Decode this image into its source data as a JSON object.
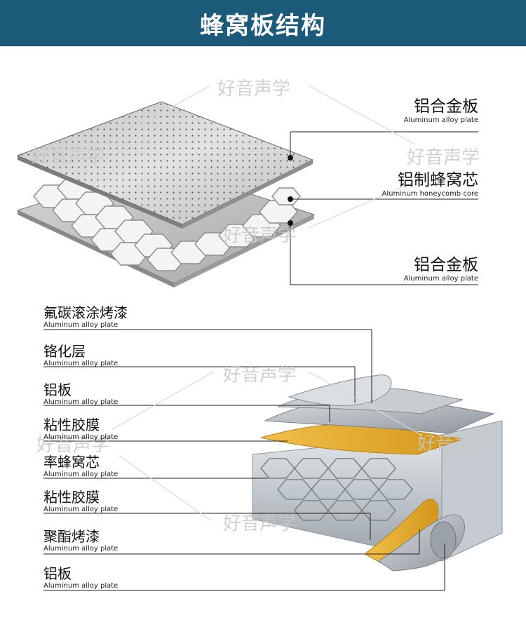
{
  "header": {
    "title": "蜂窝板结构"
  },
  "watermark": "好音声学",
  "top_labels": [
    {
      "cn": "铝合金板",
      "en": "Aluminum alloy plate"
    },
    {
      "cn": "铝制蜂窝芯",
      "en": "Aluminum honeycomb core"
    },
    {
      "cn": "铝合金板",
      "en": "Aluminum alloy plate"
    }
  ],
  "layer_labels": [
    {
      "cn": "氟碳滚涂烤漆",
      "en": "Aluminum alloy plate"
    },
    {
      "cn": "铬化层",
      "en": "Aluminum alloy plate"
    },
    {
      "cn": "铝板",
      "en": "Aluminum alloy plate"
    },
    {
      "cn": "粘性胶膜",
      "en": "Aluminum alloy plate"
    },
    {
      "cn": "率蜂窝芯",
      "en": "Aluminum alloy plate"
    },
    {
      "cn": "粘性胶膜",
      "en": "Aluminum alloy plate"
    },
    {
      "cn": "聚酯烤漆",
      "en": "Aluminum alloy plate"
    },
    {
      "cn": "铝板",
      "en": "Aluminum alloy plate"
    }
  ],
  "colors": {
    "header_bg": "#1b5a78",
    "adhesive": "#e5a926",
    "aluminum": "#b8bec4"
  }
}
